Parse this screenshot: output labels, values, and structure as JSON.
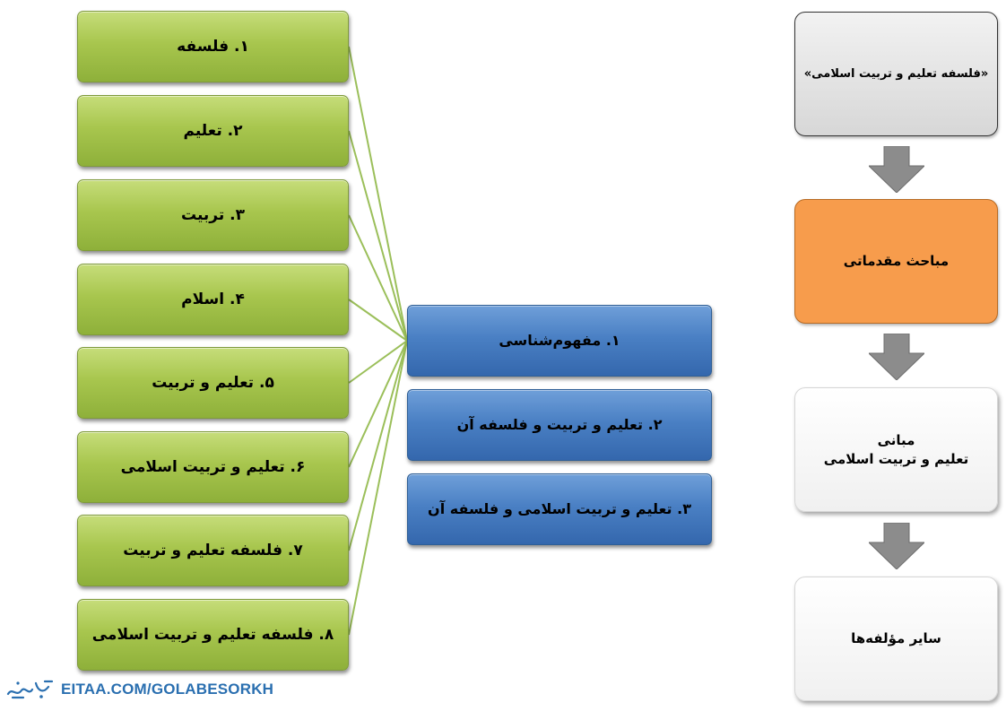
{
  "subtopics": [
    "۱. فلسفه",
    "۲. تعلیم",
    "۳. تربیت",
    "۴. اسلام",
    "۵. تعلیم و تربیت",
    "۶. تعلیم و تربیت اسلامی",
    "۷. فلسفه تعلیم و تربیت",
    "۸. فلسفه تعلیم و تربیت اسلامی"
  ],
  "topics": [
    "۱. مفهوم‌شناسی",
    "۲. تعلیم و تربیت و فلسفه آن",
    "۳. تعلیم و تربیت اسلامی و فلسفه آن"
  ],
  "flow": {
    "title": "«فلسفه تعلیم و تربیت اسلامی»",
    "intro": "مباحث مقدماتی",
    "foundations_line1": "مبانی",
    "foundations_line2": "تعلیم و تربیت اسلامی",
    "other": "سایر مؤلفه‌ها"
  },
  "watermark": {
    "text": "EITAA.COM/GOLABESORKH"
  },
  "colors": {
    "connector": "#9bbf5a",
    "arrow": "#8c8c8c",
    "watermark": "#2a6fb0"
  }
}
